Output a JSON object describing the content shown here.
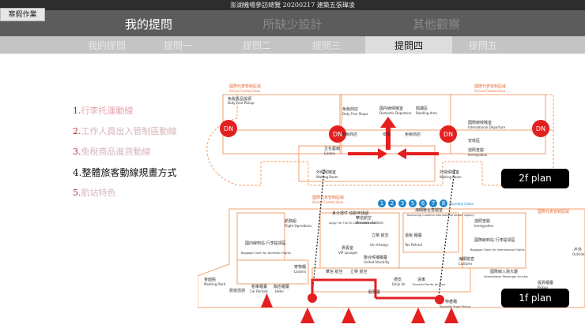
{
  "header": {
    "title": "澎湖機場參訪總覽 20200217 建築五張瑋凌"
  },
  "home_button": {
    "label": "寒假作業"
  },
  "main_tabs": [
    {
      "label": "我的提問",
      "active": true
    },
    {
      "label": "所缺少設計",
      "active": false
    },
    {
      "label": "其他觀察",
      "active": false
    }
  ],
  "sub_tabs": [
    {
      "label": "我的提問",
      "active": false
    },
    {
      "label": "提問一",
      "active": false
    },
    {
      "label": "提問二",
      "active": false
    },
    {
      "label": "提問三",
      "active": false
    },
    {
      "label": "提問四",
      "active": true
    },
    {
      "label": "提問五",
      "active": false
    }
  ],
  "questions": [
    {
      "num": "1.",
      "text": "行李托運動線"
    },
    {
      "num": "2.",
      "text": "工作人員出入管制區動線"
    },
    {
      "num": "3.",
      "text": "免稅商品進貨動線"
    },
    {
      "num": "4.",
      "text": "整體旅客動線規畫方式"
    },
    {
      "num": "5.",
      "text": "航站特色"
    }
  ],
  "floor_plans": {
    "upper": {
      "tag": "2f plan",
      "labels": {
        "arrival_control_l": "國際代表管制區域",
        "arrival_control_l_en": "Arrival Control Area",
        "duty_free_pickup": "免稅貨品提領",
        "duty_free_pickup_en": "Duty Free Pickup",
        "duty_free_1": "免稅商店",
        "duty_free_1_en": "Duty Free Shops",
        "dom_departure": "國內線候機室",
        "dom_departure_en": "Domestic Departure",
        "boarding": "閱讀區",
        "boarding_en": "Reading Area",
        "arrival_control_r": "國際代表管制區域",
        "arrival_control_r_en": "Arrival Control Area",
        "intl_departure": "國際線候機室",
        "intl_departure_en": "International Departure",
        "duty_free_2": "免稅商店",
        "duty_free_2_en": "Duty Free Shops",
        "duty_free_3": "免稅商店",
        "security": "安檢",
        "security_2": "安檢區",
        "security_en": "Security Inspection",
        "immigration": "證照查驗",
        "immigration_en": "Immigration",
        "gallery": "文化藝廊",
        "gallery_en": "Gallery",
        "waiting_l": "外候候機室",
        "waiting_l_en": "Waiting Room",
        "waiting_r": "外候候機室",
        "waiting_r_en": "Waiting Room",
        "dn": "DN"
      }
    },
    "lower": {
      "tag": "1f plan",
      "labels": {
        "arrival_control": "國際代表管制區域",
        "arrival_control_en": "Arrival Control Area",
        "arrival_control_r": "國際代表管制區域",
        "boarding_gates": "Boarding Gates",
        "flight_ops": "航務組",
        "flight_ops_en": "Flight Operations",
        "id_card": "身分證件\n協助申請處",
        "id_card_en": "Apply For The ID Card Certification",
        "mandarin": "華信航空",
        "mandarin_en": "Mandarin Airlines",
        "customs": "海關聯合查驗室",
        "customs_en": "Kaohsiung Customs International Airport Agency",
        "immigration": "證照查驗",
        "immigration_en": "Immigration",
        "dom_baggage": "國內線到站\n行李提領區",
        "dom_baggage_en": "Baggage Claim for Domestic Flights",
        "intl_baggage": "國際線到站\n行李提領區",
        "intl_baggage_en": "Baggage Claim for International Flights",
        "uni": "立榮\n航空",
        "uni_en": "Uni Airways",
        "tax_refund": "退稅\n櫃臺",
        "tax_refund_en": "Tax Refund",
        "vip": "貴賓室",
        "vip_en": "VIP Lounges",
        "united": "聯合候補櫃臺",
        "united_en": "United Stand-By",
        "lockers": "寄物櫃",
        "lockers_en": "Lockers",
        "quarantine": "海關檢查",
        "quarantine_en": "Customs",
        "intl_arrival": "國際線入境大廳",
        "intl_arrival_en": "International Passenger Arrivals",
        "meeting": "會面點",
        "meeting_en": "Meeting Point",
        "tourist": "旅遊諮詢",
        "car_rental": "租車櫃臺",
        "car_rental_en": "Car Rentals",
        "hotel": "飯店櫃臺",
        "hotel_en": "Hotel",
        "mandarin_2": "華信\n航空",
        "uni_2": "立榮\n航空",
        "service": "服務臺",
        "daily_air": "德安",
        "daily_air_en": "Daily Air",
        "far_east": "遠東",
        "far_east_en": "Emerald Pacific Airlines",
        "specialty": "特產櫃",
        "specialty_en": "Specialty Store Pickup",
        "pickup": "提貨櫃臺",
        "pickup_en": "Pickup",
        "outside": "戶外",
        "outside_en": "Outside"
      },
      "gate_numbers": [
        "1",
        "2",
        "3",
        "5",
        "6",
        "7",
        "8"
      ]
    }
  },
  "colors": {
    "accent_red": "#e41f1f",
    "plan_orange": "#f1a26d",
    "plan_blue": "#1f86c8",
    "question_num": "#b12a3c"
  }
}
